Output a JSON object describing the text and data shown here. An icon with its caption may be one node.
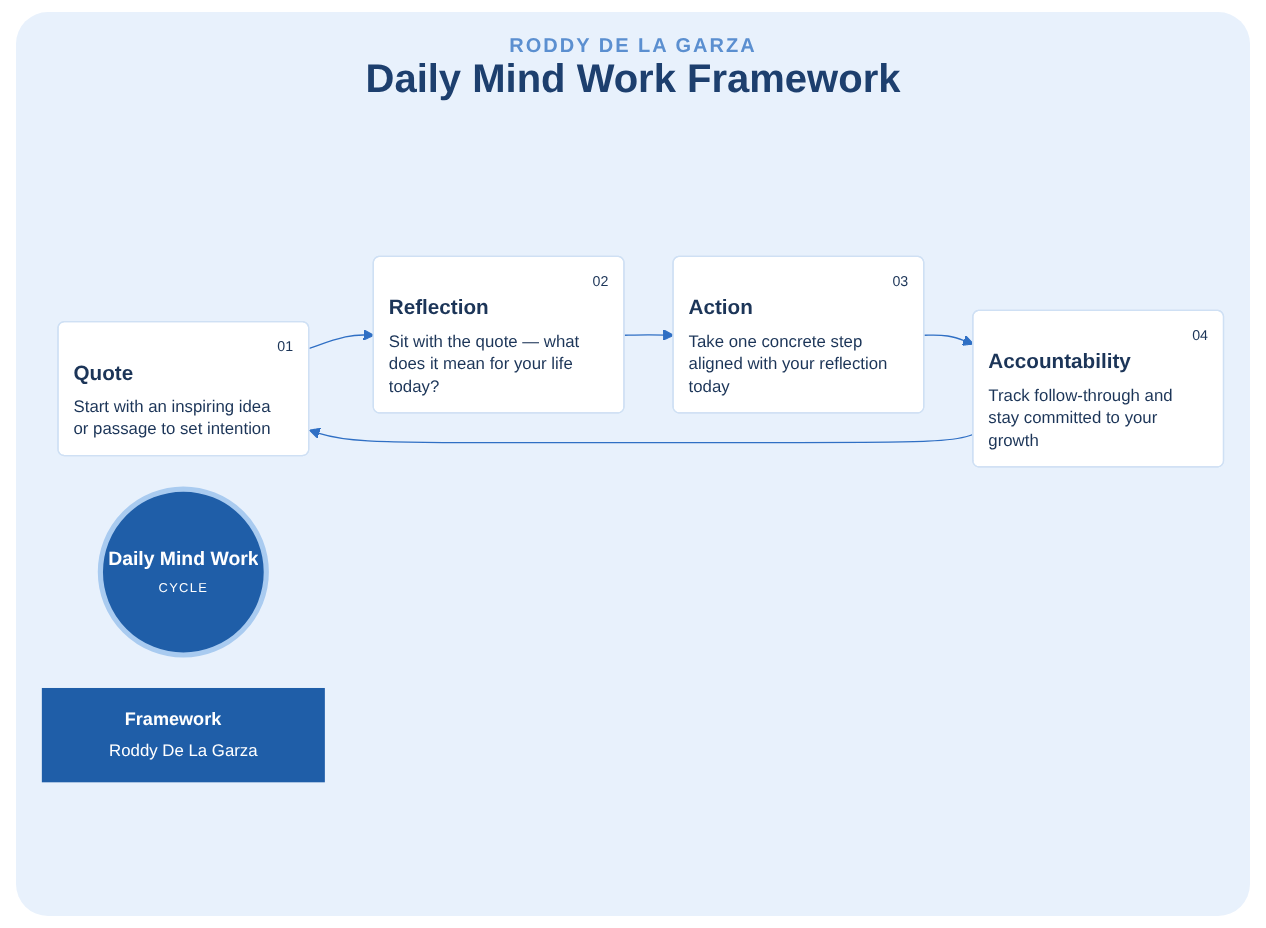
{
  "diagram": {
    "title": "Daily Mind Work Framework",
    "nodes": [
      {
        "text": [
          "01",
          "Quote",
          "Start with an inspiring idea or passage to set intention"
        ]
      },
      {
        "text": [
          "02",
          "Reflection",
          "Sit with the quote — what does it mean for your life today?"
        ]
      },
      {
        "text": [
          "Daily Mind Work",
          "CYCLE"
        ]
      },
      {
        "text": [
          "04",
          "Accountability",
          "Track follow-through and stay committed to your growth"
        ]
      },
      {
        "text": [
          "03",
          "Action",
          "Take one concrete step aligned with your reflection today"
        ]
      },
      {
        "text": [
          "Framework",
          "Roddy De La Garza"
        ]
      }
    ],
    "edges": [
      {
        "from": 0,
        "to": 1,
        "arrow": "to"
      },
      {
        "from": 1,
        "to": 4,
        "arrow": "to"
      },
      {
        "from": 4,
        "to": 3,
        "arrow": "to"
      },
      {
        "from": 3,
        "to": 0,
        "arrow": "to"
      }
    ],
    "labels": [
      "RODDY DE LA GARZA"
    ]
  }
}
